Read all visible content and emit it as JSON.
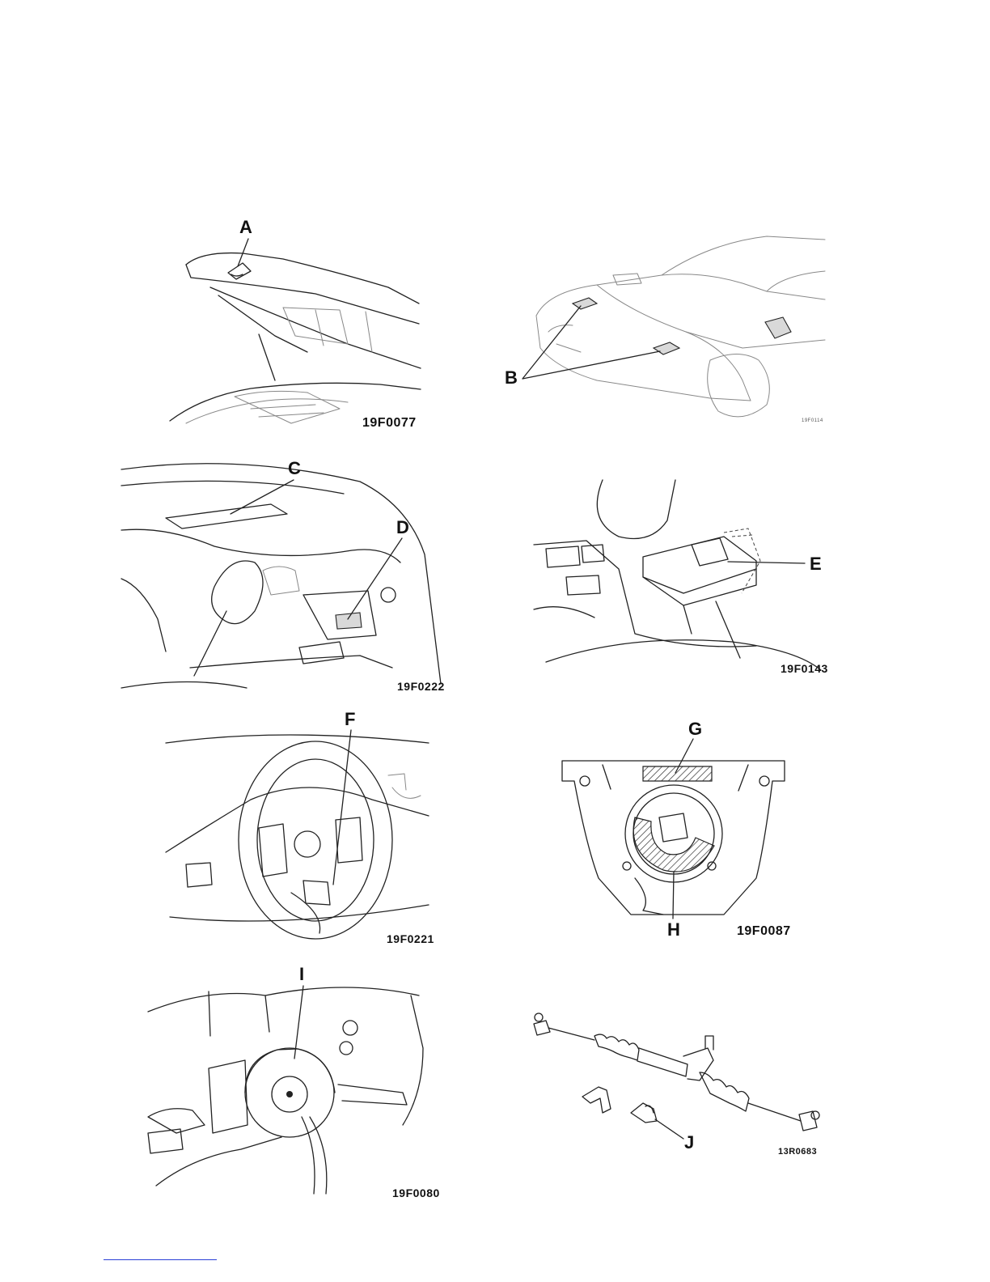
{
  "figures": [
    {
      "letter": "A",
      "code": "19F0077"
    },
    {
      "letter": "B",
      "code": "19F0114"
    },
    {
      "letters": [
        "C",
        "D"
      ],
      "code": "19F0222"
    },
    {
      "letter": "E",
      "code": "19F0143"
    },
    {
      "letter": "F",
      "code": "19F0221"
    },
    {
      "letters": [
        "G",
        "H"
      ],
      "code": "19F0087"
    },
    {
      "letter": "I",
      "code": "19F0080"
    },
    {
      "letter": "J",
      "code": "13R0683"
    }
  ],
  "footer": {
    "link_color": "#2a3fd6"
  }
}
